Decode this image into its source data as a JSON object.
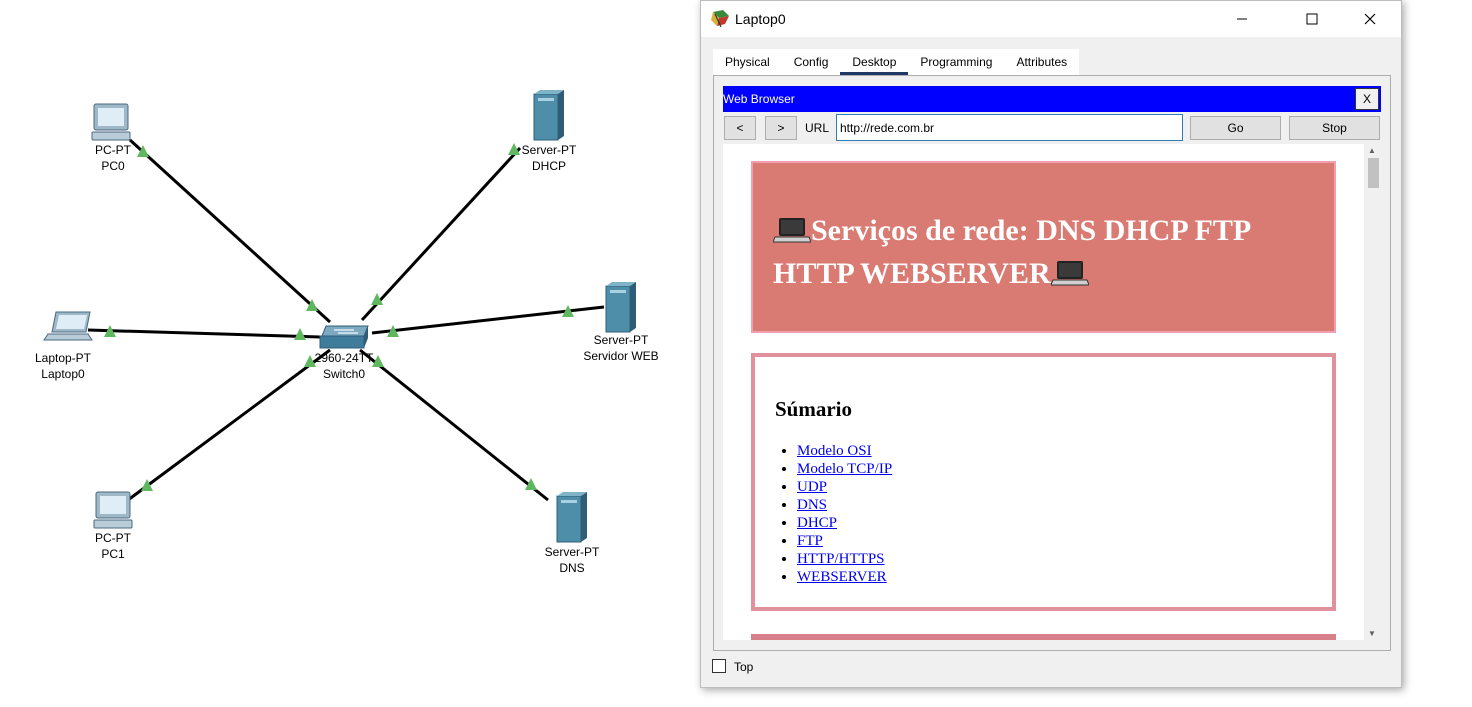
{
  "workspace": {
    "devices": [
      {
        "id": "pc0",
        "type": "PC-PT",
        "name": "PC0"
      },
      {
        "id": "dhcp",
        "type": "Server-PT",
        "name": "DHCP"
      },
      {
        "id": "laptop0",
        "type": "Laptop-PT",
        "name": "Laptop0"
      },
      {
        "id": "switch0",
        "type": "2960-24TT",
        "name": "Switch0"
      },
      {
        "id": "web",
        "type": "Server-PT",
        "name": "Servidor WEB"
      },
      {
        "id": "pc1",
        "type": "PC-PT",
        "name": "PC1"
      },
      {
        "id": "dns",
        "type": "Server-PT",
        "name": "DNS"
      }
    ],
    "link_color": "#000000",
    "link_up_color": "#5fb85f"
  },
  "window": {
    "title": "Laptop0",
    "tabs": [
      "Physical",
      "Config",
      "Desktop",
      "Programming",
      "Attributes"
    ],
    "active_tab": "Desktop",
    "top_checkbox_label": "Top"
  },
  "browser": {
    "title": "Web Browser",
    "close_label": "X",
    "back_label": "<",
    "forward_label": ">",
    "url_label": "URL",
    "url_value": "http://rede.com.br",
    "go_label": "Go",
    "stop_label": "Stop",
    "title_bar_color": "#0000ff"
  },
  "page": {
    "hero_line1": "Serviços de rede: DNS DHCP FTP",
    "hero_line2": "HTTP WEBSERVER",
    "hero_color": "#d97a73",
    "sumario_title": "Súmario",
    "toc": [
      "Modelo OSI",
      "Modelo TCP/IP",
      "UDP",
      "DNS",
      "DHCP",
      "FTP",
      "HTTP/HTTPS",
      "WEBSERVER"
    ]
  }
}
